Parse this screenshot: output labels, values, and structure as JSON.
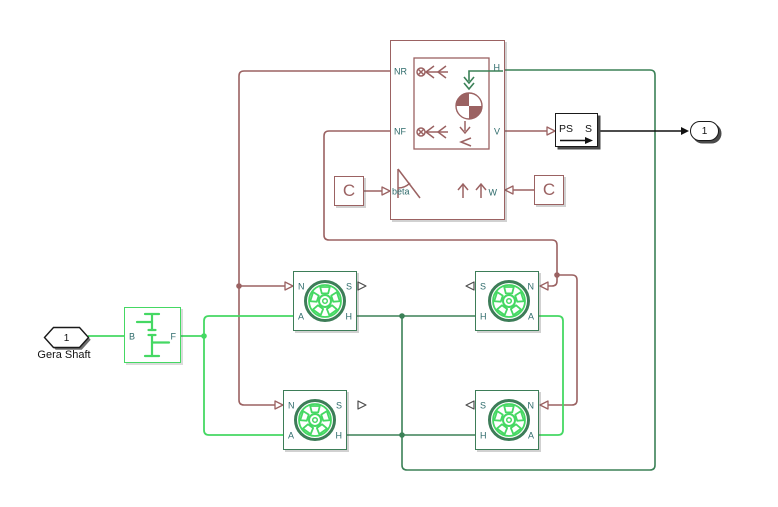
{
  "colors": {
    "physical_signal": "#9b6262",
    "mech_translational": "#3b8157",
    "mech_rotational": "#45d863",
    "signal_line": "#000000",
    "port_label_text": "#2e6b6b"
  },
  "inport": {
    "number": "1",
    "caption": "Gera Shaft"
  },
  "gear_block": {
    "port_b": "B",
    "port_f": "F"
  },
  "tire_ports": {
    "n": "N",
    "s": "S",
    "a": "A",
    "h": "H"
  },
  "vehicle_body": {
    "port_nr": "NR",
    "port_nf": "NF",
    "port_beta": "beta",
    "port_h": "H",
    "port_v": "V",
    "port_w": "W"
  },
  "constant_blocks": {
    "left_label": "C",
    "right_label": "C"
  },
  "ps_converter": {
    "input_label": "PS",
    "output_label": "S"
  },
  "outport": {
    "number": "1"
  }
}
